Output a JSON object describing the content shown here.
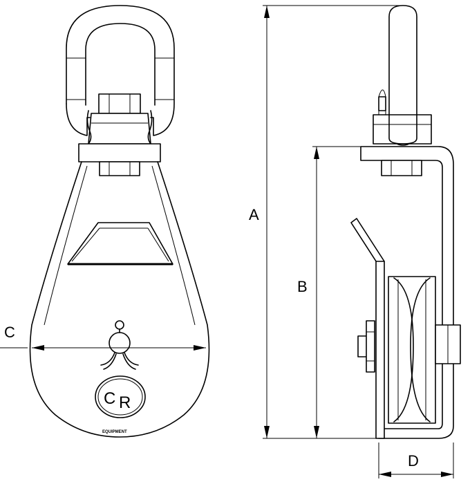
{
  "dimensions": {
    "a_label": "A",
    "b_label": "B",
    "c_label": "C",
    "d_label": "D"
  },
  "logo": {
    "letter_c": "C",
    "letter_r": "R",
    "brand_text": "EQUIPMENT"
  }
}
